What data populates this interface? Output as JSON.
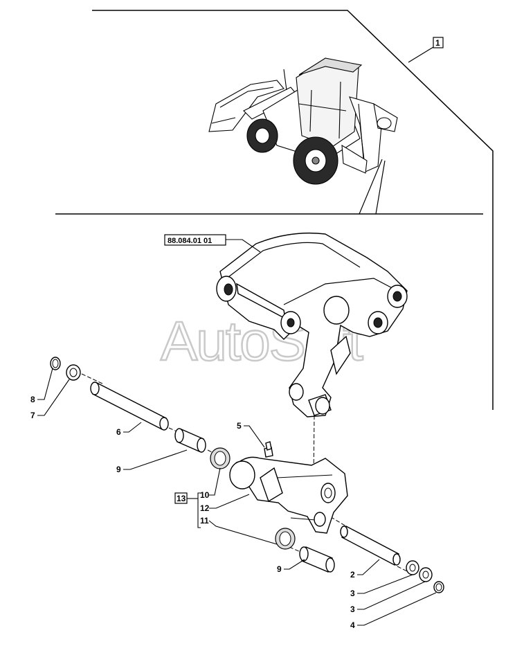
{
  "watermark": "AutoSoft",
  "reference": {
    "code": "88.084.01 01"
  },
  "boxed_labels": {
    "assembly": "1",
    "bracket_assembly": "13"
  },
  "callouts": {
    "n8": "8",
    "n7": "7",
    "n6": "6",
    "n9a": "9",
    "n5": "5",
    "n10": "10",
    "n12": "12",
    "n11": "11",
    "n9b": "9",
    "n2": "2",
    "n3a": "3",
    "n3b": "3",
    "n4": "4"
  }
}
